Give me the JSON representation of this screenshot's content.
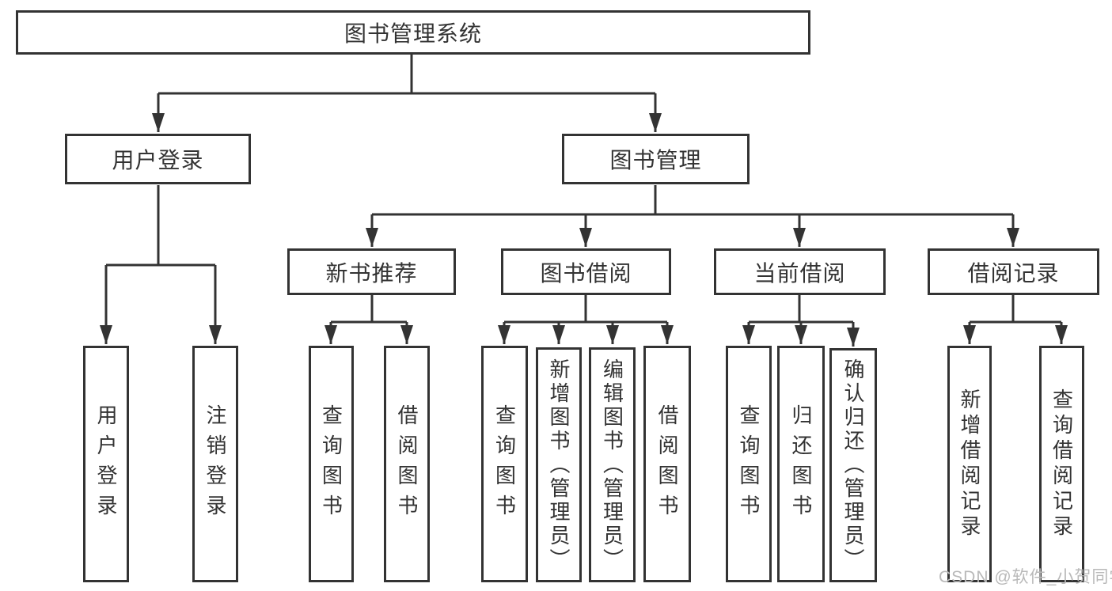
{
  "root": {
    "label": "图书管理系统"
  },
  "level2": [
    {
      "label": "用户登录"
    },
    {
      "label": "图书管理"
    }
  ],
  "level3": [
    {
      "label": "新书推荐"
    },
    {
      "label": "图书借阅"
    },
    {
      "label": "当前借阅"
    },
    {
      "label": "借阅记录"
    }
  ],
  "leaves": {
    "user": [
      "用户登录",
      "注销登录"
    ],
    "recommend": [
      "查询图书",
      "借阅图书"
    ],
    "borrow": [
      "查询图书",
      "新增图书（管理员）",
      "编辑图书（管理员）",
      "借阅图书"
    ],
    "current": [
      "查询图书",
      "归还图书",
      "确认归还（管理员）"
    ],
    "records": [
      "新增借阅记录",
      "查询借阅记录"
    ]
  },
  "watermark": {
    "text": "CSDN @软件_小贺同学"
  },
  "colors": {
    "line": "#333333",
    "text": "#333333",
    "watermark": "#b9b9b9",
    "background": "#ffffff"
  }
}
